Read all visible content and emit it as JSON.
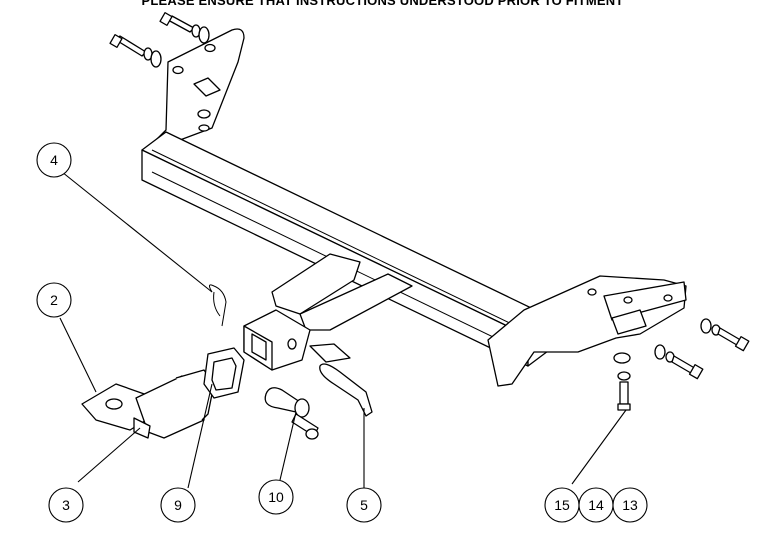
{
  "header": {
    "text": "PLEASE ENSURE THAT INSTRUCTIONS UNDERSTOOD PRIOR TO FITMENT"
  },
  "callouts": [
    {
      "label": "4"
    },
    {
      "label": "2"
    },
    {
      "label": "3"
    },
    {
      "label": "9"
    },
    {
      "label": "10"
    },
    {
      "label": "5"
    },
    {
      "label": "15"
    },
    {
      "label": "14"
    },
    {
      "label": "13"
    }
  ]
}
